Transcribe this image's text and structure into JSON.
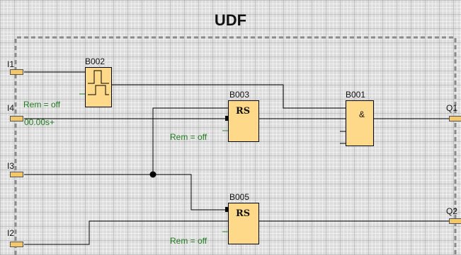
{
  "title": "UDF",
  "inputs": [
    {
      "label": "I1"
    },
    {
      "label": "I4"
    },
    {
      "label": "I3"
    },
    {
      "label": "I2"
    }
  ],
  "outputs": [
    {
      "label": "Q1"
    },
    {
      "label": "Q2"
    }
  ],
  "blocks": {
    "b002": {
      "label": "B002",
      "rem": "Rem = off",
      "time": "00.00s+"
    },
    "b003": {
      "label": "B003",
      "symbol": "RS",
      "rem": "Rem = off"
    },
    "b001": {
      "label": "B001",
      "symbol": "&"
    },
    "b005": {
      "label": "B005",
      "symbol": "RS",
      "rem": "Rem = off"
    }
  },
  "colors": {
    "block_fill": "#ffd98a",
    "annotation_text": "#1f7a1f",
    "wire": "#000000",
    "frame_dash": "#8a8a8a"
  },
  "icons": {
    "b002": "pulse-timer-icon"
  }
}
